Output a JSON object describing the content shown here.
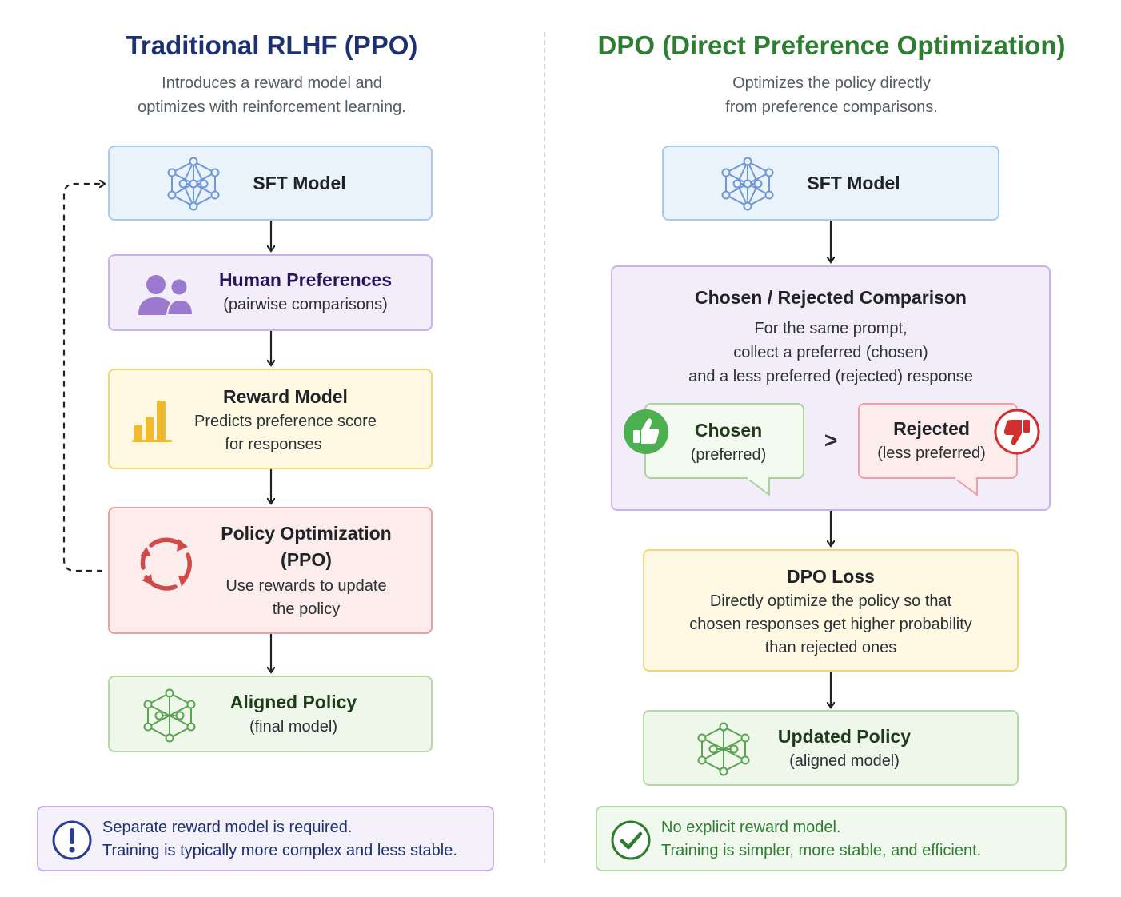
{
  "left": {
    "title": "Traditional RLHF (PPO)",
    "subtitle_line1": "Introduces a reward model and",
    "subtitle_line2": "optimizes with reinforcement learning.",
    "sft": {
      "title": "SFT Model"
    },
    "human": {
      "title": "Human Preferences",
      "text": "(pairwise comparisons)"
    },
    "reward": {
      "title": "Reward Model",
      "line1": "Predicts preference score",
      "line2": "for responses"
    },
    "policy": {
      "title_line1": "Policy Optimization",
      "title_line2": "(PPO)",
      "line1": "Use rewards to update",
      "line2": "the policy"
    },
    "aligned": {
      "title": "Aligned Policy",
      "text": "(final model)"
    },
    "note": {
      "line1": "Separate reward model is required.",
      "line2": "Training is typically more complex and less stable."
    }
  },
  "right": {
    "title": "DPO (Direct Preference Optimization)",
    "subtitle_line1": "Optimizes the policy directly",
    "subtitle_line2": "from preference comparisons.",
    "sft": {
      "title": "SFT Model"
    },
    "comparison": {
      "title": "Chosen / Rejected Comparison",
      "line1": "For the same prompt,",
      "line2": "collect a preferred (chosen)",
      "line3": "and a less preferred (rejected) response",
      "chosen_title": "Chosen",
      "chosen_text": "(preferred)",
      "greater": ">",
      "rejected_title": "Rejected",
      "rejected_text": "(less preferred)"
    },
    "loss": {
      "title": "DPO Loss",
      "line1": "Directly optimize the policy so that",
      "line2": "chosen responses get higher probability",
      "line3": "than rejected ones"
    },
    "updated": {
      "title": "Updated Policy",
      "text": "(aligned model)"
    },
    "note": {
      "line1": "No explicit reward model.",
      "line2": "Training is simpler, more stable, and efficient."
    }
  },
  "colors": {
    "left_title": "#1d3170",
    "right_title": "#2e7d32",
    "note_left_text": "#1d3170",
    "note_right_text": "#2e7d32",
    "network_blue": "#6f97d6",
    "network_green": "#5aa454",
    "people_purple": "#9b79cf",
    "bars_gold": "#f0b92e",
    "cycle_red": "#cf4b4b",
    "thumbs_up": "#4caf50",
    "thumbs_down": "#d32f2f"
  },
  "icons": [
    "neural-network-icon",
    "people-icon",
    "bar-chart-icon",
    "cycle-arrows-icon",
    "thumbs-up-icon",
    "thumbs-down-icon",
    "exclamation-icon",
    "checkmark-icon"
  ]
}
